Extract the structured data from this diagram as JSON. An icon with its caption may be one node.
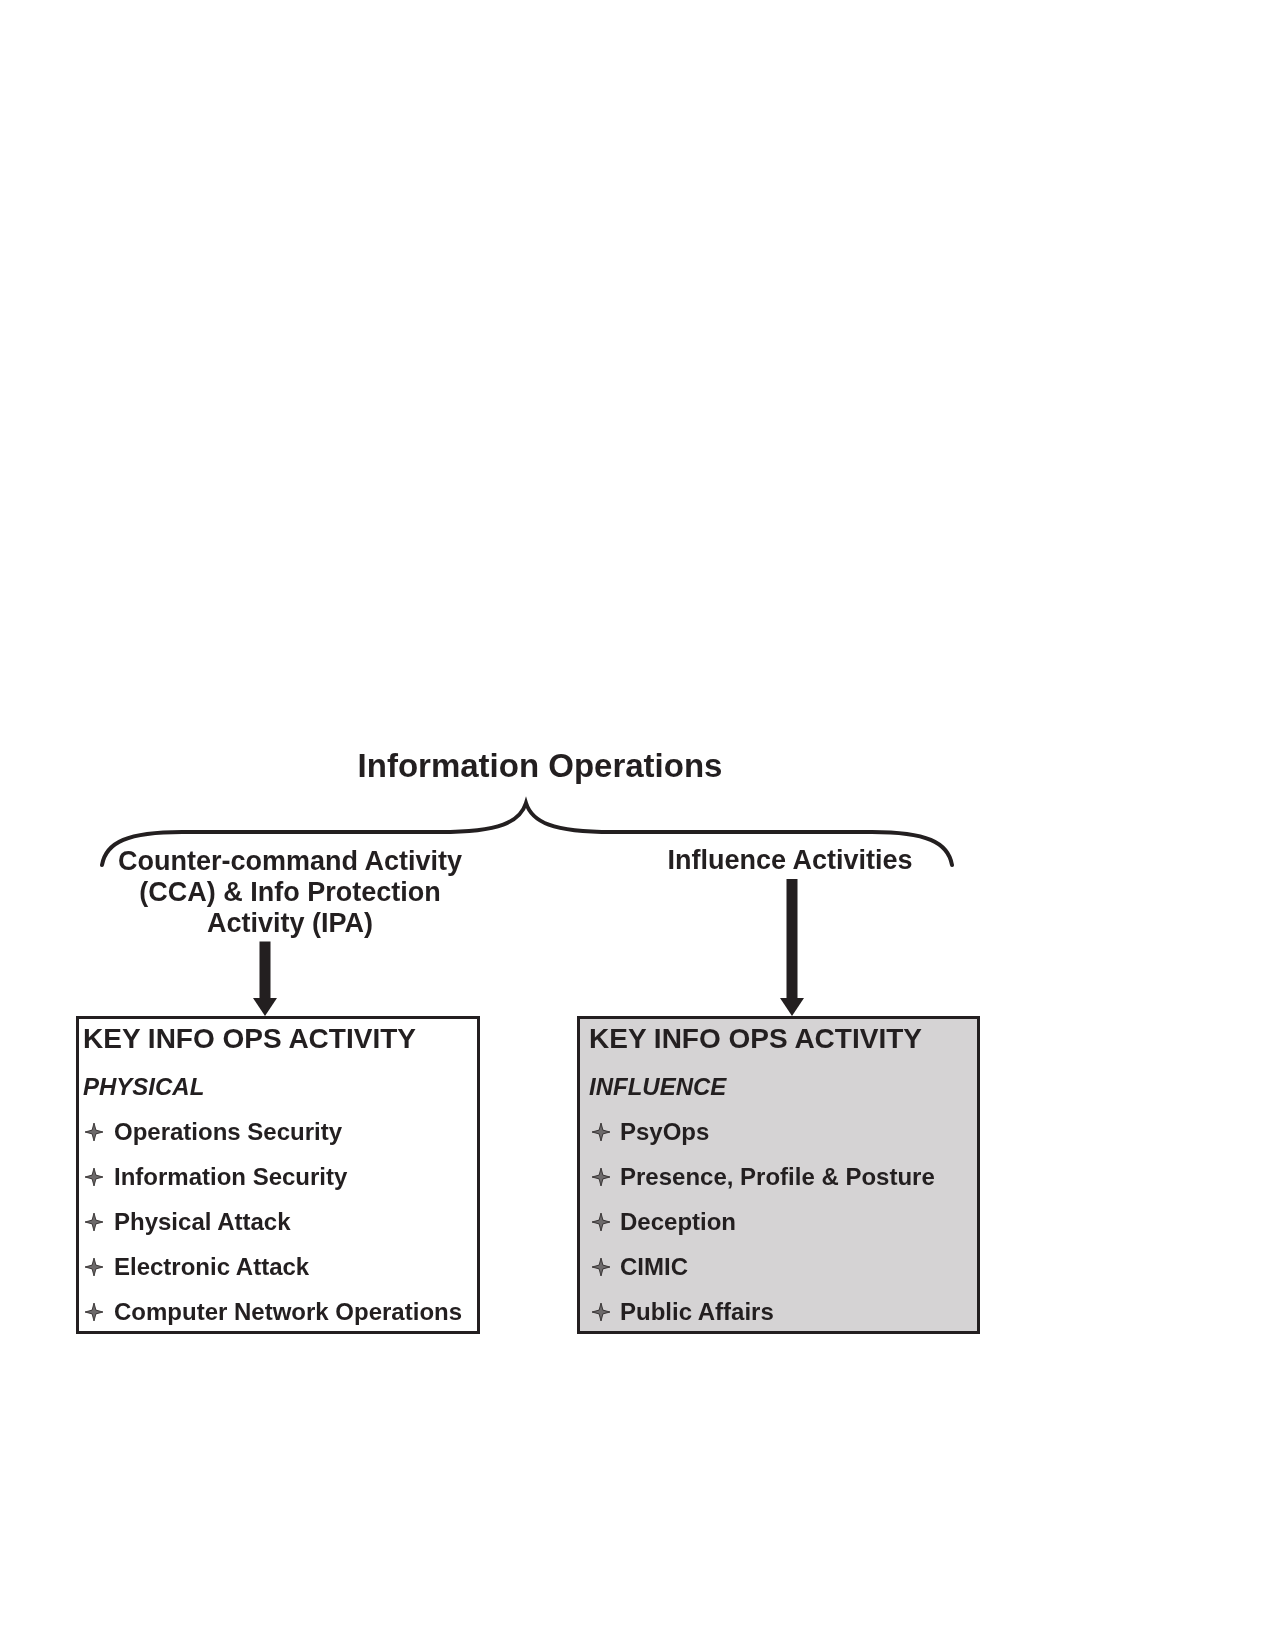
{
  "diagram": {
    "title": "Information Operations",
    "nodes": [
      {
        "text": [
          "Counter-command Activity (CCA) & Info Protection Activity (IPA)"
        ]
      },
      {
        "text": [
          "Influence Activities"
        ]
      },
      {
        "text": [
          "KEY INFO OPS ACTIVITY",
          "PHYSICAL",
          "Operations Security",
          "Information Security",
          "Physical Attack",
          "Electronic Attack",
          "Computer Network Operations"
        ]
      },
      {
        "text": [
          "KEY INFO OPS ACTIVITY",
          "INFLUENCE",
          "PsyOps",
          "Presence, Profile & Posture",
          "Deception",
          "CIMIC",
          "Public Affairs"
        ]
      }
    ],
    "edges": [
      {
        "from": 0,
        "to": 2,
        "arrow": "to"
      },
      {
        "from": 1,
        "to": 3,
        "arrow": "to"
      }
    ]
  }
}
